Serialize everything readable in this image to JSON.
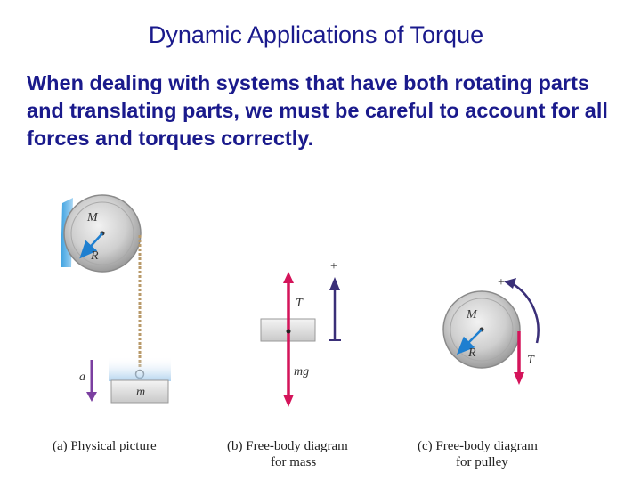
{
  "slide": {
    "title": "Dynamic Applications of Torque",
    "body": "When dealing with systems that have both rotating parts and translating parts, we must be careful to account for all forces and torques correctly."
  },
  "figure": {
    "panel_a": {
      "caption": "(a) Physical picture",
      "labels": {
        "mass_M": "M",
        "radius": "R",
        "accel": "a",
        "block": "m"
      }
    },
    "panel_b": {
      "caption_line1": "(b) Free-body diagram",
      "caption_line2": "for mass",
      "labels": {
        "tension": "T",
        "weight": "mg",
        "plus": "+"
      }
    },
    "panel_c": {
      "caption_line1": "(c) Free-body diagram",
      "caption_line2": "for pulley",
      "labels": {
        "mass_M": "M",
        "radius": "R",
        "tension": "T",
        "plus": "+"
      }
    },
    "colors": {
      "force_arrow": "#d4145a",
      "accel_arrow": "#7b3fa0",
      "direction_arrow": "#3a2f78",
      "radius_arrow": "#1e7fd0",
      "text": "#1a1a8c"
    }
  }
}
